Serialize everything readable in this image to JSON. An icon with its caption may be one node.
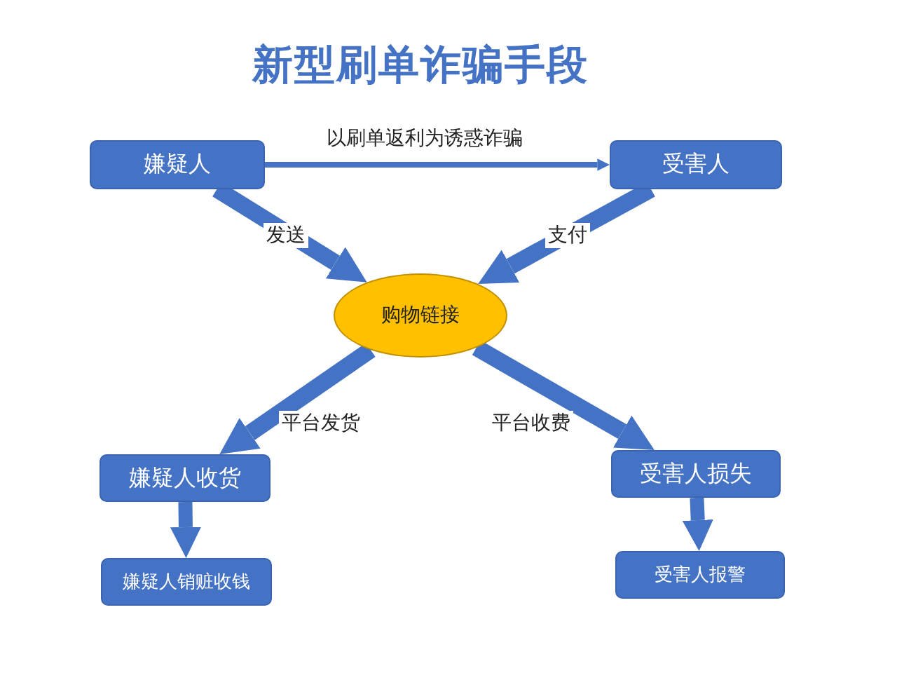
{
  "diagram": {
    "title": "新型刷单诈骗手段",
    "nodes": [
      {
        "text": [
          "嫌疑人"
        ]
      },
      {
        "text": [
          "受害人"
        ]
      },
      {
        "text": [
          "购物链接"
        ]
      },
      {
        "text": [
          "嫌疑人收货"
        ]
      },
      {
        "text": [
          "嫌疑人销赃收钱"
        ]
      },
      {
        "text": [
          "受害人损失"
        ]
      },
      {
        "text": [
          "受害人报警"
        ]
      }
    ],
    "edges": [
      {
        "from": 0,
        "to": 1,
        "arrow": "to",
        "label": "以刷单返利为诱惑诈骗"
      },
      {
        "from": 0,
        "to": 2,
        "arrow": "to",
        "label": "发送"
      },
      {
        "from": 1,
        "to": 2,
        "arrow": "to",
        "label": "支付"
      },
      {
        "from": 2,
        "to": 3,
        "arrow": "to",
        "label": "平台发货"
      },
      {
        "from": 2,
        "to": 5,
        "arrow": "to",
        "label": "平台收费"
      },
      {
        "from": 3,
        "to": 4,
        "arrow": "to"
      },
      {
        "from": 5,
        "to": 6,
        "arrow": "to"
      }
    ]
  }
}
